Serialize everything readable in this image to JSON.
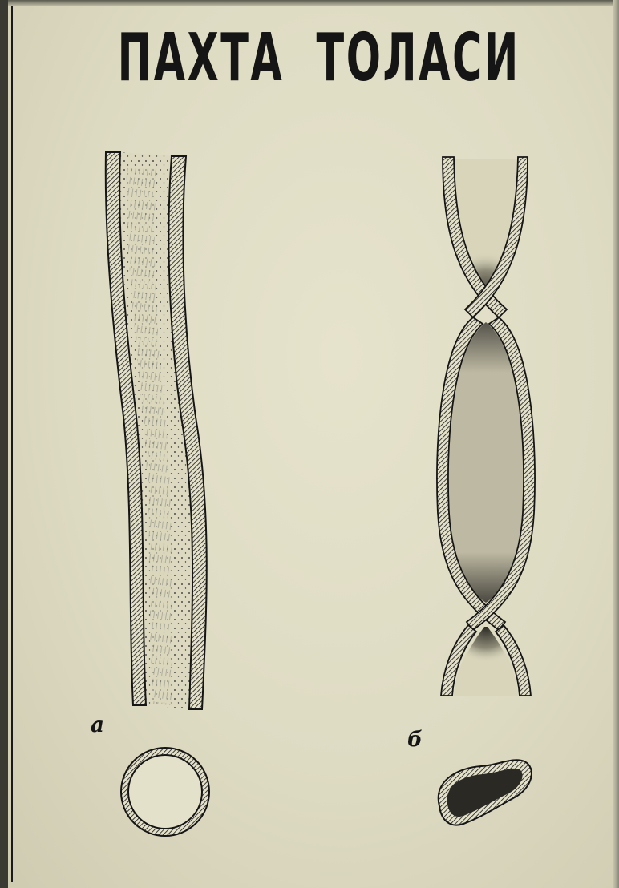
{
  "poster": {
    "title": "ПАХТА  ТОЛАСИ",
    "labels": {
      "a": "а",
      "b": "б"
    }
  },
  "colors": {
    "paper": "#e2dfc7",
    "ink": "#151515",
    "shading": "#6b6858"
  }
}
